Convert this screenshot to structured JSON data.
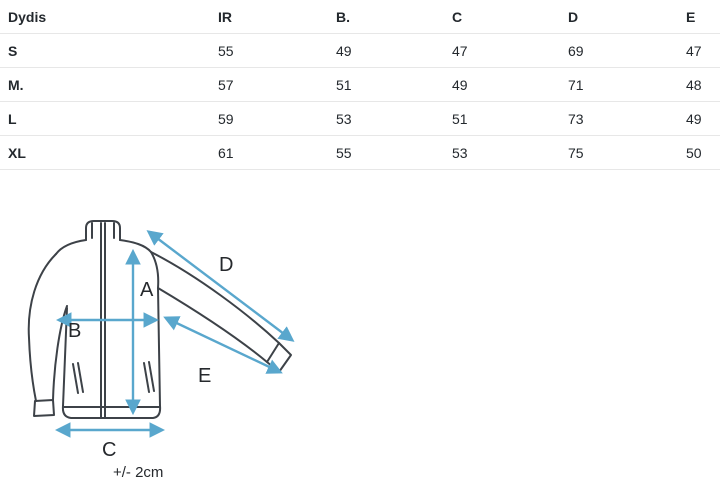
{
  "size_table": {
    "columns": [
      "Dydis",
      "IR",
      "B.",
      "C",
      "D",
      "E"
    ],
    "rows": [
      {
        "label": "S",
        "values": [
          "55",
          "49",
          "47",
          "69",
          "47"
        ]
      },
      {
        "label": "M.",
        "values": [
          "57",
          "51",
          "49",
          "71",
          "48"
        ]
      },
      {
        "label": "L",
        "values": [
          "59",
          "53",
          "51",
          "73",
          "49"
        ]
      },
      {
        "label": "XL",
        "values": [
          "61",
          "55",
          "53",
          "75",
          "50"
        ]
      }
    ]
  },
  "diagram": {
    "labels": {
      "a": "A",
      "b": "B",
      "c": "C",
      "d": "D",
      "e": "E"
    },
    "tolerance_note": "+/- 2cm",
    "arrow_color": "#59a7cd",
    "outline_color": "#3d4248",
    "label_color": "#26292d"
  },
  "chart_data": {
    "type": "table",
    "columns": [
      "Dydis",
      "IR",
      "B.",
      "C",
      "D",
      "E"
    ],
    "rows": [
      [
        "S",
        55,
        49,
        47,
        69,
        47
      ],
      [
        "M.",
        57,
        51,
        49,
        71,
        48
      ],
      [
        "L",
        59,
        53,
        51,
        73,
        49
      ],
      [
        "XL",
        61,
        55,
        53,
        75,
        50
      ]
    ],
    "annotations": [
      "A",
      "B",
      "C",
      "D",
      "E",
      "+/- 2cm"
    ],
    "notes": "Jacket size chart; letters A-E mark measurements on garment sketch: A body length on front, B chest width, C hem width, D outer sleeve from collar, E inner sleeve"
  }
}
